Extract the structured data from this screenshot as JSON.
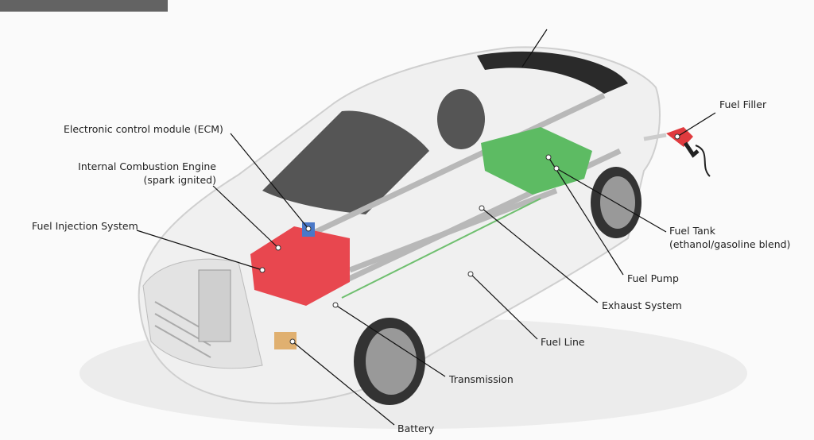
{
  "labels": {
    "ecm": "Electronic control module (ECM)",
    "engine_line1": "Internal Combustion Engine",
    "engine_line2": "(spark ignited)",
    "fuel_injection": "Fuel Injection System",
    "fuel_filler": "Fuel Filler",
    "fuel_tank_line1": "Fuel Tank",
    "fuel_tank_line2": "(ethanol/gasoline blend)",
    "fuel_pump": "Fuel Pump",
    "exhaust": "Exhaust System",
    "fuel_line": "Fuel Line",
    "transmission": "Transmission",
    "battery": "Battery"
  },
  "colors": {
    "engine": "#e8474f",
    "fuel_tank": "#5dbb63",
    "nozzle": "#e03a3e",
    "battery": "#e0b070",
    "ecm": "#4a78c8",
    "topbar": "#636363"
  }
}
